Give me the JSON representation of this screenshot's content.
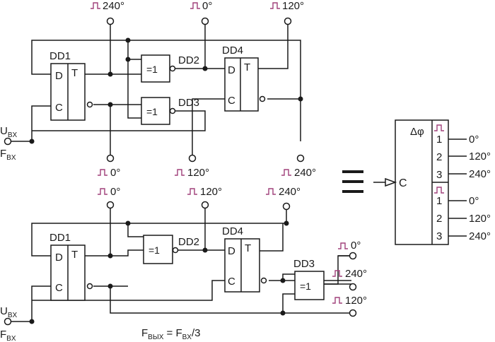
{
  "top": {
    "dd1": {
      "name": "DD1",
      "d": "D",
      "t": "T",
      "c": "C"
    },
    "dd2": {
      "name": "DD2",
      "gate": "=1"
    },
    "dd3": {
      "name": "DD3",
      "gate": "=1"
    },
    "dd4": {
      "name": "DD4",
      "d": "D",
      "t": "T",
      "c": "C"
    },
    "outputs_top": [
      "240°",
      "0°",
      "120°"
    ],
    "outputs_bottom": [
      "0°",
      "120°",
      "240°"
    ],
    "input_u": "U",
    "input_u_sub": "BX",
    "input_f": "F",
    "input_f_sub": "BX"
  },
  "bottom": {
    "dd1": {
      "name": "DD1",
      "d": "D",
      "t": "T",
      "c": "C"
    },
    "dd2": {
      "name": "DD2",
      "gate": "=1"
    },
    "dd3": {
      "name": "DD3",
      "gate": "=1"
    },
    "dd4": {
      "name": "DD4",
      "d": "D",
      "t": "T",
      "c": "C"
    },
    "outputs_top": [
      "0°",
      "120°",
      "240°"
    ],
    "outputs_right": [
      "0°",
      "240°",
      "120°"
    ],
    "input_u": "U",
    "input_u_sub": "BX",
    "input_f": "F",
    "input_f_sub": "BX",
    "formula": {
      "f1": "F",
      "f1_sub": "ВЫХ",
      "eq": " = F",
      "f2_sub": "BX",
      "tail": "/3"
    }
  },
  "symbol": {
    "title": "Δφ",
    "c": "C",
    "group1": [
      "1",
      "2",
      "3"
    ],
    "group2": [
      "1",
      "2",
      "3"
    ],
    "out1": [
      "0°",
      "120°",
      "240°"
    ],
    "out2": [
      "0°",
      "120°",
      "240°"
    ]
  }
}
